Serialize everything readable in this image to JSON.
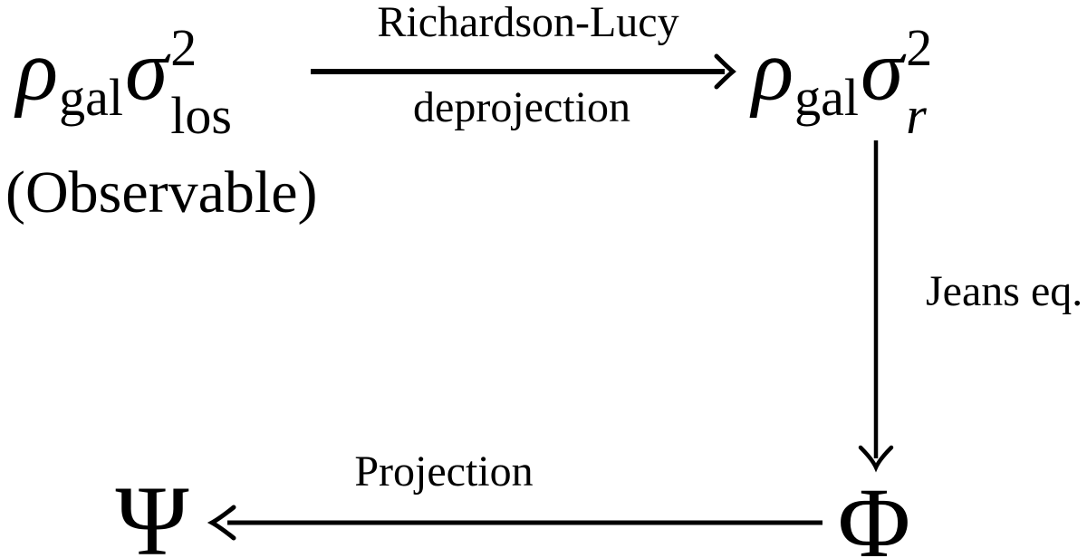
{
  "page": {
    "background": "#ffffff",
    "ink": "#000000"
  },
  "diagram": {
    "top_left": {
      "rho": "ρ",
      "rho_sub": "gal",
      "sigma": "σ",
      "sigma_sup": "2",
      "sigma_sub": "los",
      "note": "(Observable)"
    },
    "top_right": {
      "rho": "ρ",
      "rho_sub": "gal",
      "sigma": "σ",
      "sigma_sup": "2",
      "sigma_sub": "r"
    },
    "bottom_left": {
      "symbol": "Ψ"
    },
    "bottom_right": {
      "symbol": "Φ"
    },
    "arrow_top": {
      "label_above": "Richardson-Lucy",
      "label_below": "deprojection",
      "direction": "right"
    },
    "arrow_right": {
      "label": "Jeans eq.",
      "direction": "down"
    },
    "arrow_bottom": {
      "label": "Projection",
      "direction": "left"
    }
  }
}
